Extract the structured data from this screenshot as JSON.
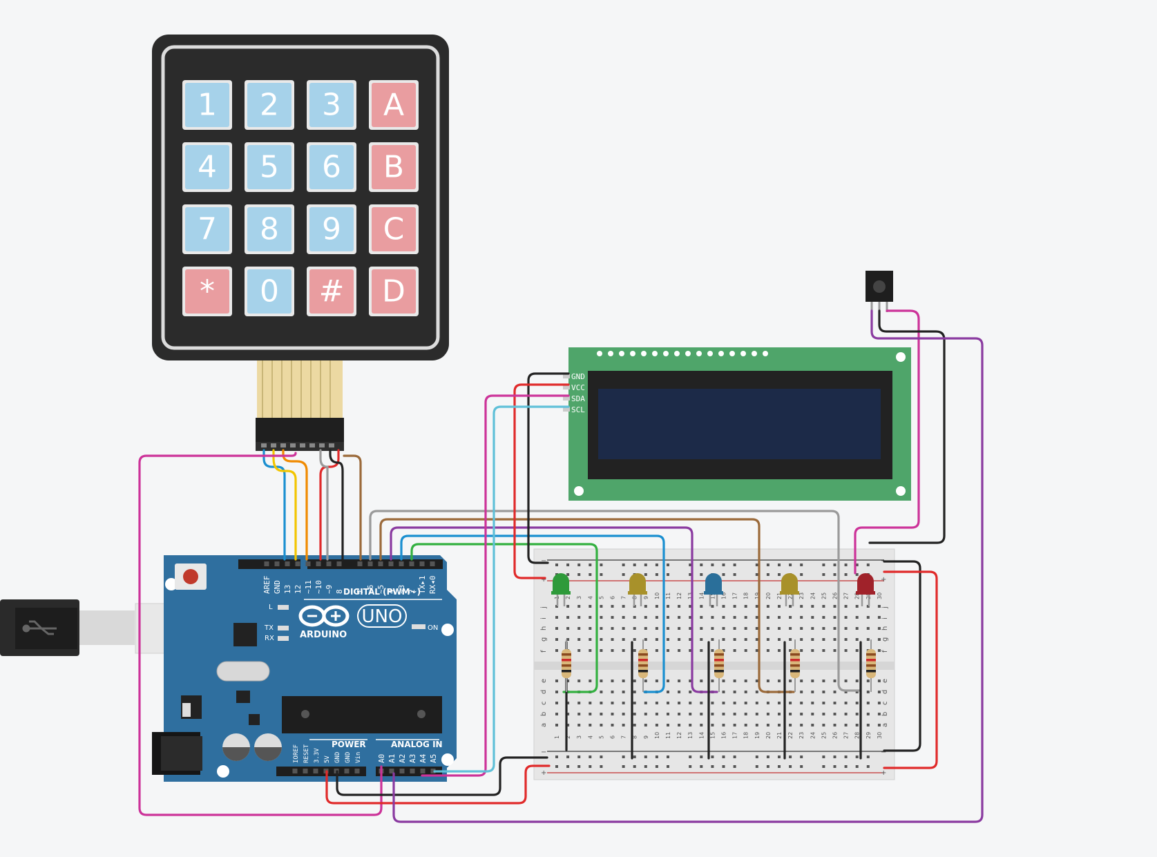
{
  "keypad": {
    "keys": [
      "1",
      "2",
      "3",
      "A",
      "4",
      "5",
      "6",
      "B",
      "7",
      "8",
      "9",
      "C",
      "*",
      "0",
      "#",
      "D"
    ],
    "blue": "#a6d2ea",
    "red": "#e99da0"
  },
  "arduino": {
    "brand": "ARDUINO",
    "model": "UNO",
    "digital_label": "DIGITAL (PWM~)",
    "power_label": "POWER",
    "analog_label": "ANALOG IN",
    "on_label": "ON",
    "led_l": "L",
    "led_tx": "TX",
    "led_rx": "RX",
    "digital_pins": [
      "AREF",
      "GND",
      "13",
      "12",
      "~11",
      "~10",
      "~9",
      "8",
      "7",
      "~6",
      "~5",
      "4",
      "~3",
      "2",
      "TX▸1",
      "RX◂0"
    ],
    "power_pins": [
      "IOREF",
      "RESET",
      "3.3V",
      "5V",
      "GND",
      "GND",
      "Vin"
    ],
    "analog_pins": [
      "A0",
      "A1",
      "A2",
      "A3",
      "A4",
      "A5"
    ],
    "color": "#2f6f9f"
  },
  "lcd": {
    "pins": [
      "GND",
      "VCC",
      "SDA",
      "SCL"
    ]
  },
  "breadboard": {
    "rows_top": [
      "j",
      "i",
      "h",
      "g",
      "f"
    ],
    "rows_bottom": [
      "e",
      "d",
      "c",
      "b",
      "a"
    ],
    "cols": [
      "1",
      "2",
      "3",
      "4",
      "5",
      "6",
      "7",
      "8",
      "9",
      "10",
      "11",
      "12",
      "13",
      "14",
      "15",
      "16",
      "17",
      "18",
      "19",
      "20",
      "21",
      "22",
      "23",
      "24",
      "25",
      "26",
      "27",
      "28",
      "29",
      "30"
    ],
    "minus": "−",
    "plus": "+"
  },
  "leds": [
    {
      "name": "led-green",
      "color": "#2e9a3a"
    },
    {
      "name": "led-yellow-1",
      "color": "#a8912a"
    },
    {
      "name": "led-blue",
      "color": "#2a6f9a"
    },
    {
      "name": "led-yellow-2",
      "color": "#a8912a"
    },
    {
      "name": "led-red",
      "color": "#a0222a"
    }
  ]
}
